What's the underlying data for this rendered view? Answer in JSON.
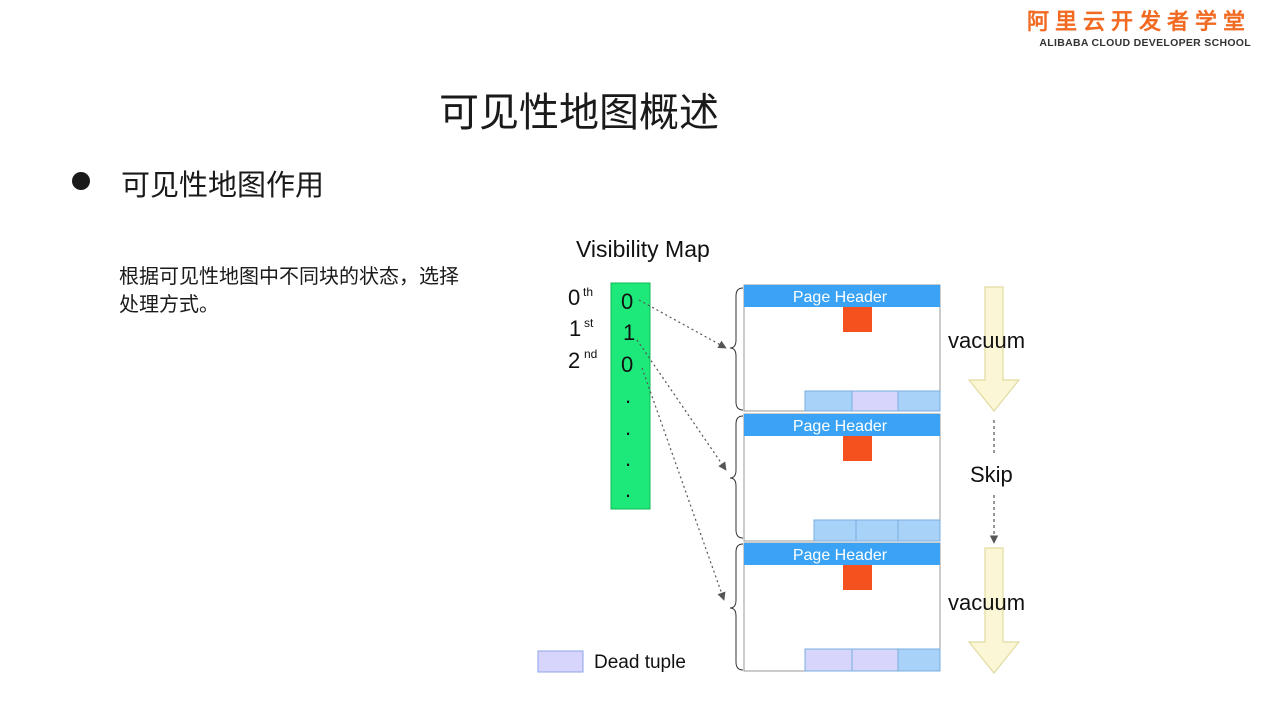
{
  "logo": {
    "cn": "阿里云开发者学堂",
    "en": "ALIBABA CLOUD DEVELOPER SCHOOL"
  },
  "slide": {
    "title": "可见性地图概述",
    "bullet": "可见性地图作用",
    "description": "根据可见性地图中不同块的状态，选择处理方式。"
  },
  "diagram": {
    "title": "Visibility Map",
    "rows": [
      {
        "index": "0",
        "suffix": "th",
        "bit": "0"
      },
      {
        "index": "1",
        "suffix": "st",
        "bit": "1"
      },
      {
        "index": "2",
        "suffix": "nd",
        "bit": "0"
      }
    ],
    "dots": [
      ".",
      ".",
      ".",
      "."
    ],
    "page_header_label": "Page Header",
    "actions": [
      "vacuum",
      "Skip",
      "vacuum"
    ],
    "legend_label": "Dead tuple",
    "colors": {
      "map_green": "#1de97a",
      "page_header_blue": "#3aa3f5",
      "header_marker": "#f4511e",
      "tuple_blue": "#a8d2f8",
      "dead_tuple": "#d7d5fb",
      "arrow_fill": "#fbf7d6",
      "arrow_stroke": "#e2dba0"
    }
  }
}
